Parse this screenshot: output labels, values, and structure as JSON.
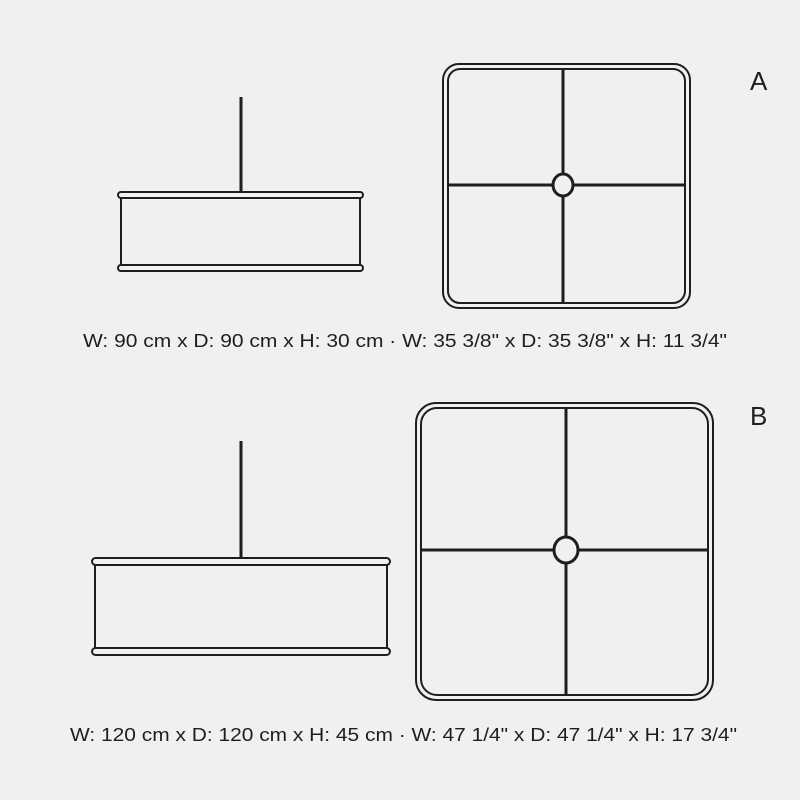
{
  "variants": [
    {
      "label": "A",
      "dimensions": "W: 90 cm x D: 90 cm x H: 30 cm · W: 35 3/8\" x D: 35 3/8\" x H: 11 3/4\""
    },
    {
      "label": "B",
      "dimensions": "W: 120 cm x D: 120 cm x H: 45 cm · W: 47 1/4\" x D: 47 1/4\" x H: 17 3/4\""
    }
  ],
  "colors": {
    "background": "#f0f0f0",
    "line": "#1e1e1e"
  }
}
